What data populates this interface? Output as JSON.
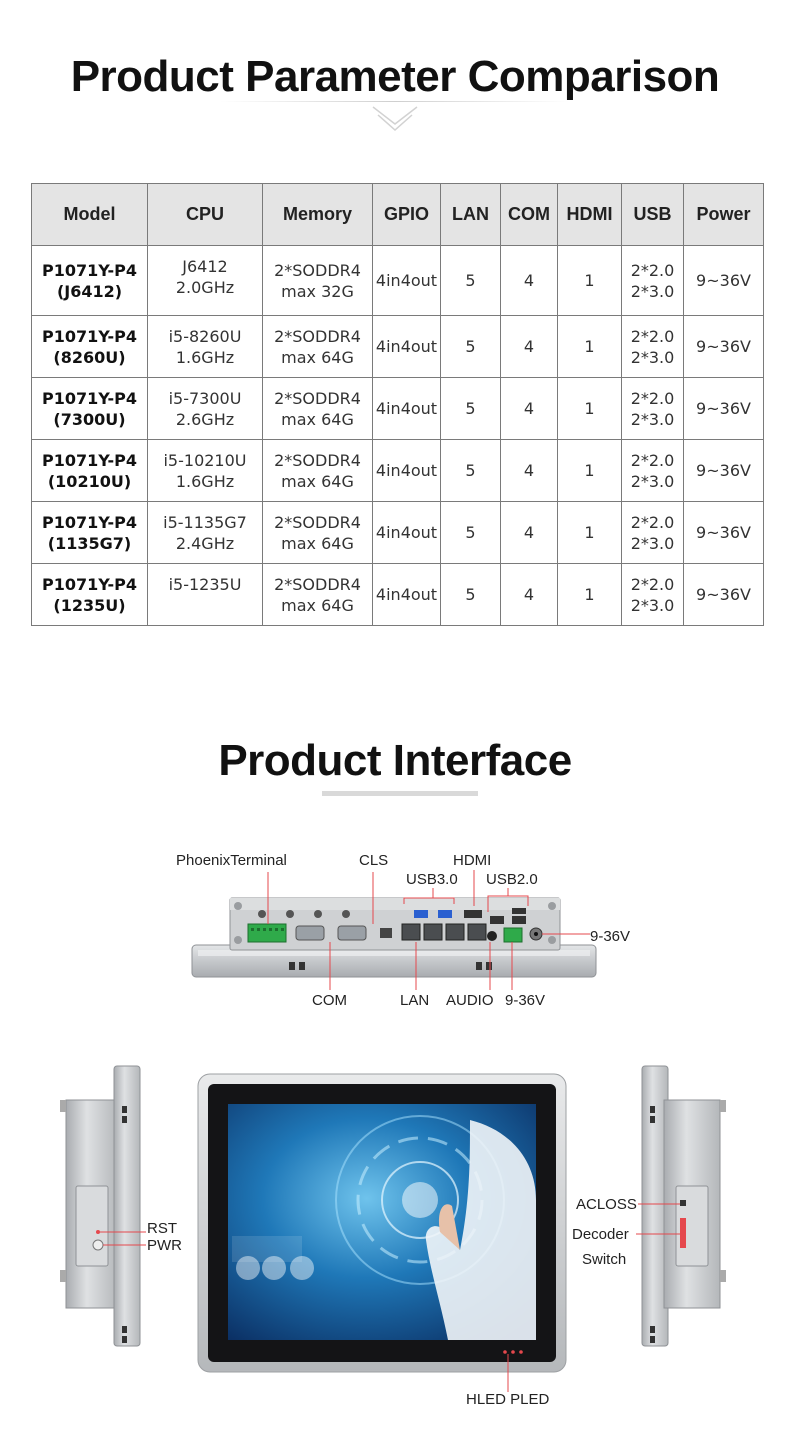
{
  "title_comparison": "Product Parameter Comparison",
  "title_interface": "Product Interface",
  "table": {
    "headers": [
      "Model",
      "CPU",
      "Memory",
      "GPIO",
      "LAN",
      "COM",
      "HDMI",
      "USB",
      "Power"
    ],
    "rows": [
      {
        "model": [
          "P1071Y-P4",
          "(J6412)"
        ],
        "cpu": [
          "J6412",
          "2.0GHz"
        ],
        "memory": [
          "2*SODDR4",
          "max 32G"
        ],
        "gpio": "4in4out",
        "lan": "5",
        "com": "4",
        "hdmi": "1",
        "usb": [
          "2*2.0",
          "2*3.0"
        ],
        "power": "9~36V"
      },
      {
        "model": [
          "P1071Y-P4",
          "(8260U)"
        ],
        "cpu": [
          "i5-8260U",
          "1.6GHz"
        ],
        "memory": [
          "2*SODDR4",
          "max 64G"
        ],
        "gpio": "4in4out",
        "lan": "5",
        "com": "4",
        "hdmi": "1",
        "usb": [
          "2*2.0",
          "2*3.0"
        ],
        "power": "9~36V"
      },
      {
        "model": [
          "P1071Y-P4",
          "(7300U)"
        ],
        "cpu": [
          "i5-7300U",
          "2.6GHz"
        ],
        "memory": [
          "2*SODDR4",
          "max 64G"
        ],
        "gpio": "4in4out",
        "lan": "5",
        "com": "4",
        "hdmi": "1",
        "usb": [
          "2*2.0",
          "2*3.0"
        ],
        "power": "9~36V"
      },
      {
        "model": [
          "P1071Y-P4",
          "(10210U)"
        ],
        "cpu": [
          "i5-10210U",
          "1.6GHz"
        ],
        "memory": [
          "2*SODDR4",
          "max 64G"
        ],
        "gpio": "4in4out",
        "lan": "5",
        "com": "4",
        "hdmi": "1",
        "usb": [
          "2*2.0",
          "2*3.0"
        ],
        "power": "9~36V"
      },
      {
        "model": [
          "P1071Y-P4",
          "(1135G7)"
        ],
        "cpu": [
          "i5-1135G7",
          "2.4GHz"
        ],
        "memory": [
          "2*SODDR4",
          "max 64G"
        ],
        "gpio": "4in4out",
        "lan": "5",
        "com": "4",
        "hdmi": "1",
        "usb": [
          "2*2.0",
          "2*3.0"
        ],
        "power": "9~36V"
      },
      {
        "model": [
          "P1071Y-P4",
          "(1235U)"
        ],
        "cpu": [
          "i5-1235U",
          ""
        ],
        "memory": [
          "2*SODDR4",
          "max 64G"
        ],
        "gpio": "4in4out",
        "lan": "5",
        "com": "4",
        "hdmi": "1",
        "usb": [
          "2*2.0",
          "2*3.0"
        ],
        "power": "9~36V"
      }
    ]
  },
  "interface_labels": {
    "phoenix_terminal": "PhoenixTerminal",
    "cls": "CLS",
    "hdmi": "HDMI",
    "usb30": "USB3.0",
    "usb20": "USB2.0",
    "power_right": "9-36V",
    "com": "COM",
    "lan": "LAN",
    "audio": "AUDIO",
    "power_bottom": "9-36V",
    "rst": "RST",
    "pwr": "PWR",
    "acloss": "ACLOSS",
    "decoder": "Decoder",
    "switch": "Switch",
    "hled_pled": "HLED PLED"
  },
  "colors": {
    "callout_line": "#e5484d",
    "table_header_bg": "#e4e4e4",
    "table_border": "#7a7a7a",
    "panel_silver": "#c9cbcd",
    "screen_blue": "#1d6fb0"
  }
}
